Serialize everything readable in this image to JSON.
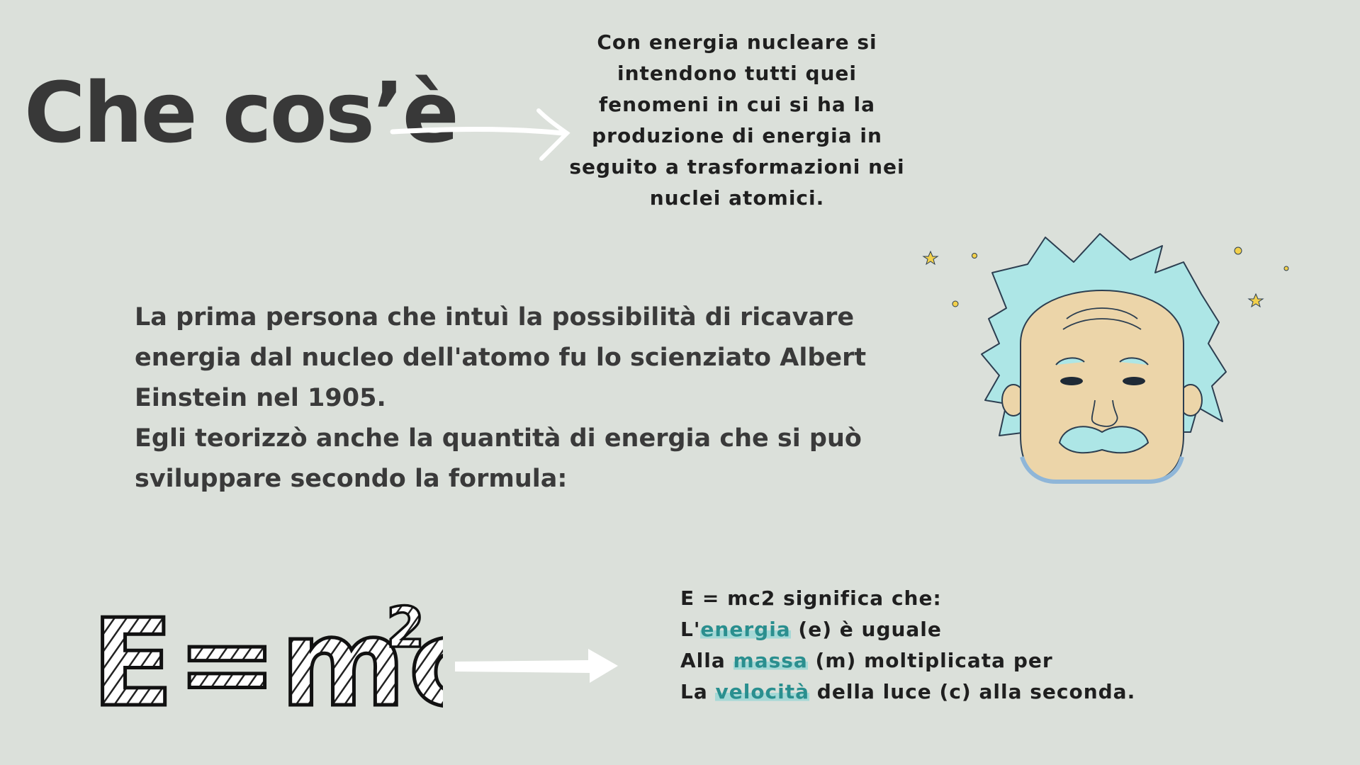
{
  "title": "Che cos’è",
  "definition": "Con energia nucleare si intendono tutti quei fenomeni in cui si ha la produzione di energia in seguito a trasformazioni nei nuclei atomici.",
  "paragraphs": [
    "La prima persona che intuì la possibilità di ricavare energia dal nucleo dell'atomo fu lo scienziato Albert Einstein nel 1905.",
    "Egli teorizzò anche la quantità di energia che si può sviluppare secondo la formula:"
  ],
  "formula_art": {
    "text": "E=mc",
    "superscript": "2"
  },
  "explanation": {
    "line1": "E = mc2 significa che:",
    "line2": {
      "pre": "L'",
      "hl": "energia",
      "post": " (e) è uguale"
    },
    "line3": {
      "pre": "Alla ",
      "hl": "massa",
      "post": " (m) moltiplicata per"
    },
    "line4": {
      "pre": "La ",
      "hl": "velocità",
      "post": " della luce (c) alla seconda."
    }
  },
  "colors": {
    "background": "#dbe0da",
    "hair": "#ade6e6",
    "skin": "#ecd5a9",
    "highlight": "#78d2d2"
  },
  "icons": [
    "arrow-right-icon",
    "einstein-illustration",
    "star-icon",
    "thick-arrow-right-icon"
  ]
}
